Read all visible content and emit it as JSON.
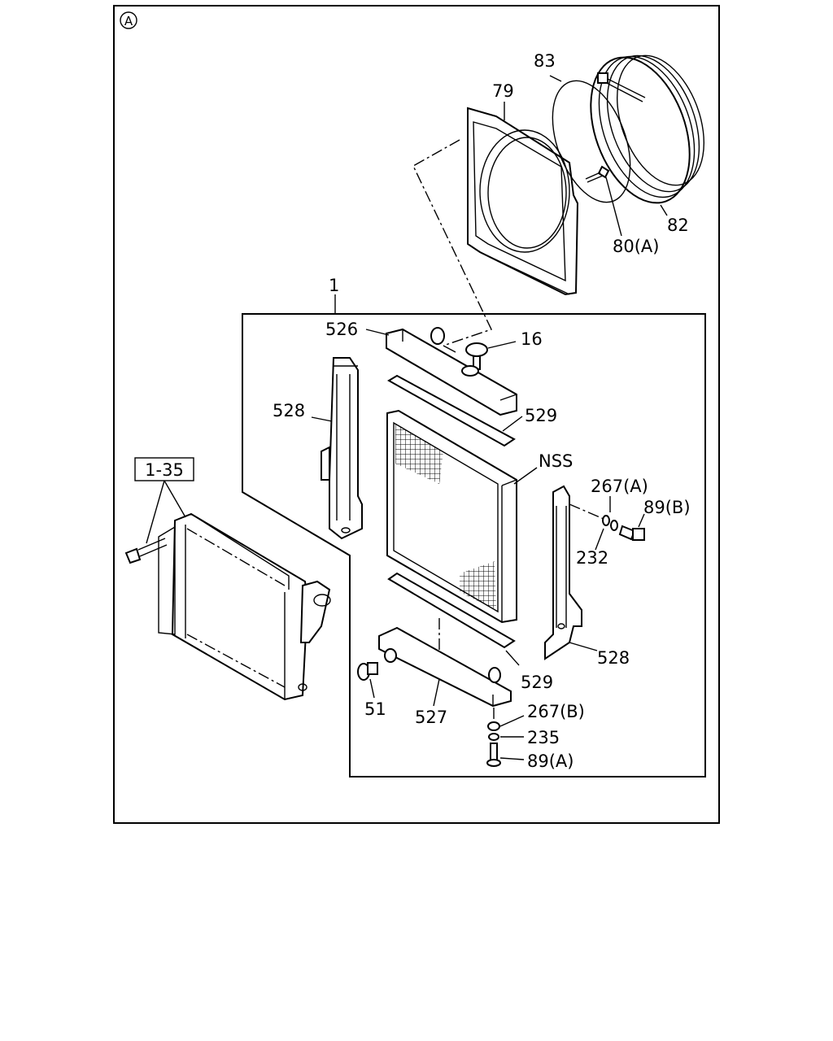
{
  "figure": {
    "view_marker": "A",
    "kit_box_label": "1-35",
    "labels": {
      "p83": "83",
      "p79": "79",
      "p82": "82",
      "p80a": "80(A)",
      "p1": "1",
      "p526": "526",
      "p16": "16",
      "p528_top": "528",
      "p529_top": "529",
      "nss": "NSS",
      "p267a": "267(A)",
      "p89b": "89(B)",
      "p232": "232",
      "p528_right": "528",
      "p529_bottom": "529",
      "p51": "51",
      "p527": "527",
      "p267b": "267(B)",
      "p235": "235",
      "p89a": "89(A)"
    }
  }
}
